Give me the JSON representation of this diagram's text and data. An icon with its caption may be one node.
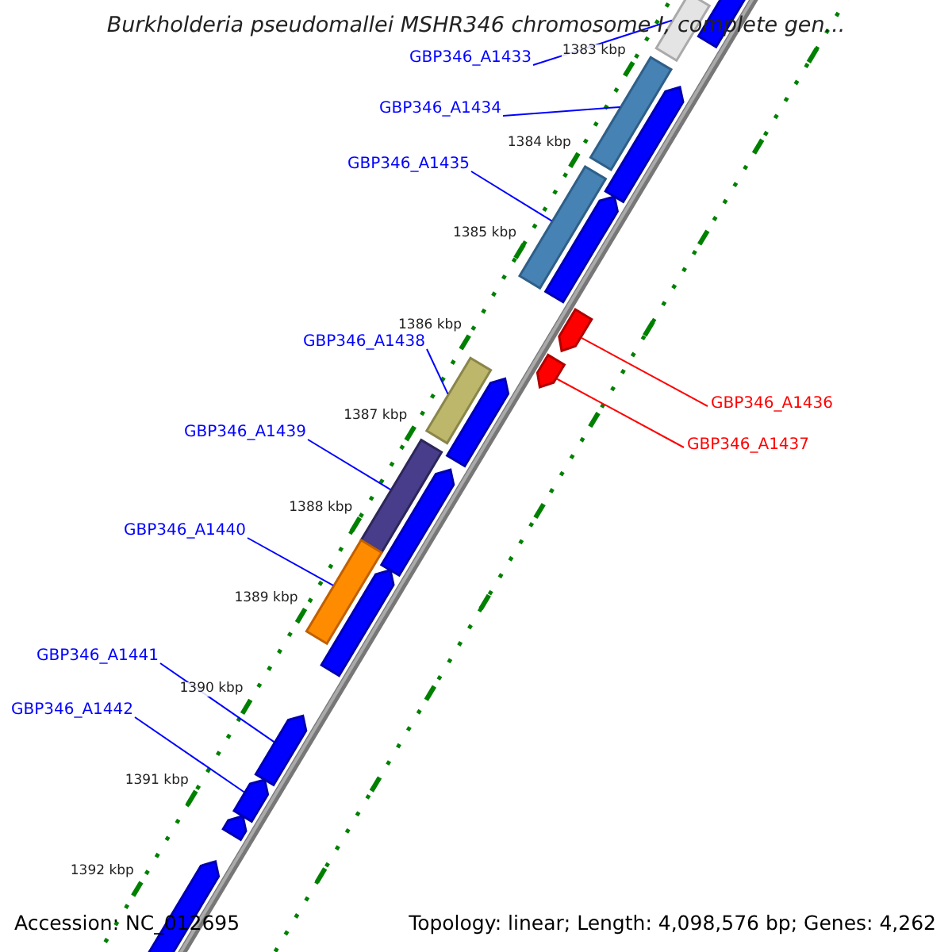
{
  "diagram": {
    "title": "Burkholderia pseudomallei MSHR346 chromosome I, complete gen...",
    "nodes": [
      {
        "text": [
          "GBP346_A1433"
        ]
      },
      {
        "text": [
          "GBP346_A1434"
        ]
      },
      {
        "text": [
          "GBP346_A1435"
        ]
      },
      {
        "text": [
          "GBP346_A1438"
        ]
      },
      {
        "text": [
          "GBP346_A1436"
        ]
      },
      {
        "text": [
          "GBP346_A1439"
        ]
      },
      {
        "text": [
          "GBP346_A1437"
        ]
      },
      {
        "text": [
          "GBP346_A1440"
        ]
      },
      {
        "text": [
          "GBP346_A1441"
        ]
      },
      {
        "text": [
          "GBP346_A1442"
        ]
      },
      {
        "text": [],
        "shape": "bar"
      },
      {
        "text": [],
        "shape": "bar"
      },
      {
        "text": [],
        "shape": "bar"
      },
      {
        "text": [],
        "shape": "bar"
      },
      {
        "text": [],
        "shape": "bar"
      },
      {
        "text": [],
        "shape": "bar"
      },
      {
        "text": [],
        "shape": "bar"
      },
      {
        "text": [],
        "shape": "bar"
      },
      {
        "text": [],
        "shape": "bar"
      },
      {
        "text": [],
        "shape": "bar"
      },
      {
        "text": [],
        "shape": "bar"
      },
      {
        "text": [],
        "shape": "bar"
      },
      {
        "text": [],
        "shape": "bar"
      },
      {
        "text": [],
        "shape": "bar"
      },
      {
        "text": [],
        "shape": "bar"
      },
      {
        "text": [],
        "shape": "bar"
      },
      {
        "text": [],
        "shape": "bar"
      },
      {
        "text": [],
        "shape": "bar"
      }
    ],
    "edges": [
      {
        "from": 0,
        "to": 10,
        "arrow": "none"
      },
      {
        "from": 1,
        "to": 11,
        "arrow": "none"
      },
      {
        "from": 2,
        "to": 12,
        "arrow": "none"
      },
      {
        "from": 3,
        "to": 13,
        "arrow": "none"
      },
      {
        "from": 4,
        "to": 14,
        "arrow": "none",
        "color": "#ff0000"
      },
      {
        "from": 5,
        "to": 15,
        "arrow": "none"
      },
      {
        "from": 6,
        "to": 16,
        "arrow": "none",
        "color": "#ff0000"
      },
      {
        "from": 7,
        "to": 17,
        "arrow": "none"
      },
      {
        "from": 8,
        "to": 18,
        "arrow": "none"
      },
      {
        "from": 9,
        "to": 19,
        "arrow": "none"
      }
    ],
    "labels": [
      "1383 kbp",
      "1384 kbp",
      "1385 kbp",
      "1386 kbp",
      "1387 kbp",
      "1388 kbp",
      "1389 kbp",
      "1390 kbp",
      "1391 kbp",
      "1392 kbp",
      "Accession: NC_012695",
      "Topology: linear; Length: 4,098,576 bp; Genes: 4,262"
    ]
  }
}
